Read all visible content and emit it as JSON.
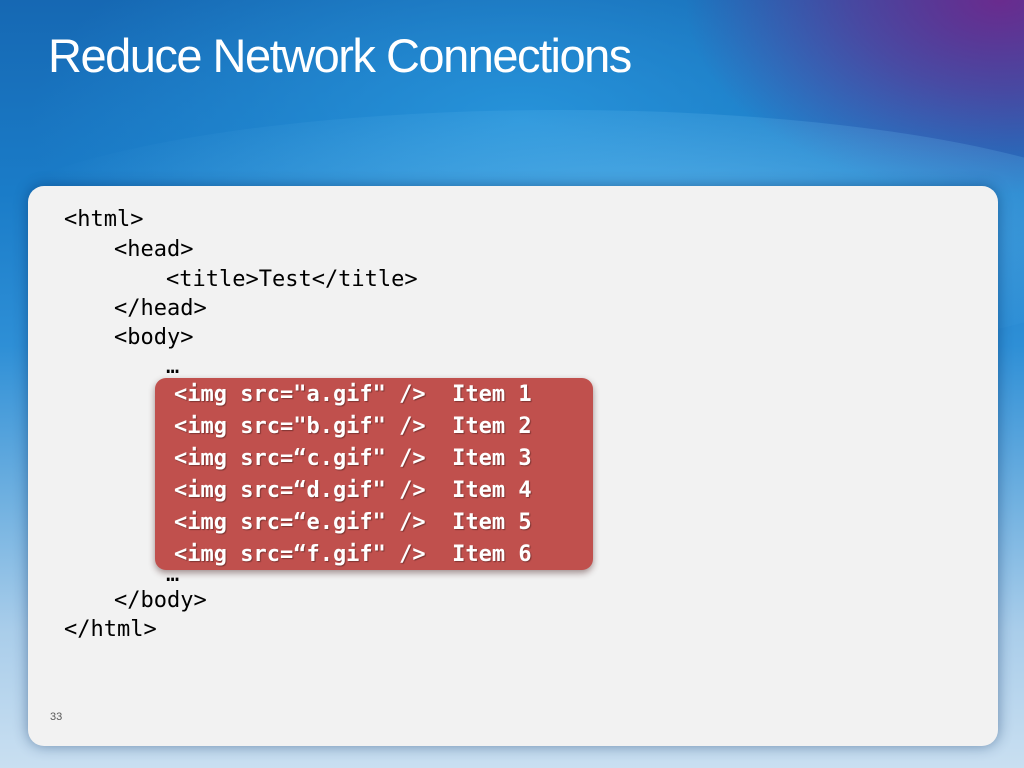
{
  "slide": {
    "title": "Reduce Network Connections",
    "page_number": "33"
  },
  "code": {
    "lines_top": [
      "<html>",
      "<head>",
      "<title>Test</title>",
      "</head>",
      "<body>",
      "…"
    ],
    "highlighted_lines": [
      "<img src=\"a.gif\" />  Item 1",
      "<img src=\"b.gif\" />  Item 2",
      "<img src=“c.gif\" />  Item 3",
      "<img src=“d.gif\" />  Item 4",
      "<img src=“e.gif\" />  Item 5",
      "<img src=“f.gif\" />  Item 6"
    ],
    "lines_bottom": [
      "…",
      "</body>",
      "</html>"
    ]
  },
  "colors": {
    "highlight": "#c0504d",
    "panel": "#f2f2f2",
    "title_text": "#ffffff"
  }
}
